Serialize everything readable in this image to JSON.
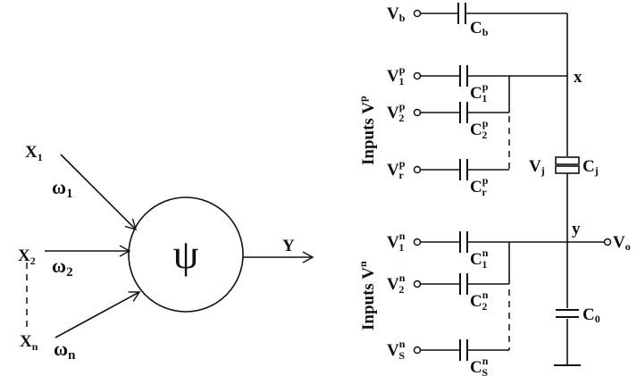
{
  "neuron": {
    "inputs": [
      {
        "name": "X",
        "sub": "1",
        "weight": "ω",
        "wsub": "1"
      },
      {
        "name": "X",
        "sub": "2",
        "weight": "ω",
        "wsub": "2"
      },
      {
        "name": "X",
        "sub": "n",
        "weight": "ω",
        "wsub": "n"
      }
    ],
    "activation": "ψ",
    "output": "Y"
  },
  "circuit": {
    "bias": {
      "v": "V",
      "vsub": "b",
      "c": "C",
      "csub": "b"
    },
    "p_group_label": "Inputs V",
    "p_group_sup": "p",
    "p_inputs": [
      {
        "v": "V",
        "sup": "p",
        "sub": "1",
        "c": "C",
        "csup": "p",
        "csub": "1"
      },
      {
        "v": "V",
        "sup": "p",
        "sub": "2",
        "c": "C",
        "csup": "p",
        "csub": "2"
      },
      {
        "v": "V",
        "sup": "p",
        "sub": "r",
        "c": "C",
        "csup": "p",
        "csub": "r"
      }
    ],
    "n_group_label": "Inputs V",
    "n_group_sup": "n",
    "n_inputs": [
      {
        "v": "V",
        "sup": "n",
        "sub": "1",
        "c": "C",
        "csup": "n",
        "csub": "1"
      },
      {
        "v": "V",
        "sup": "n",
        "sub": "2",
        "c": "C",
        "csup": "n",
        "csub": "2"
      },
      {
        "v": "V",
        "sup": "n",
        "sub": "S",
        "c": "C",
        "csup": "n",
        "csub": "S"
      }
    ],
    "node_x": "x",
    "node_y": "y",
    "junction": {
      "v": "V",
      "vsub": "j",
      "c": "C",
      "csub": "j"
    },
    "output": {
      "v": "V",
      "vsub": "o"
    },
    "load": {
      "c": "C",
      "csub": "0"
    }
  }
}
